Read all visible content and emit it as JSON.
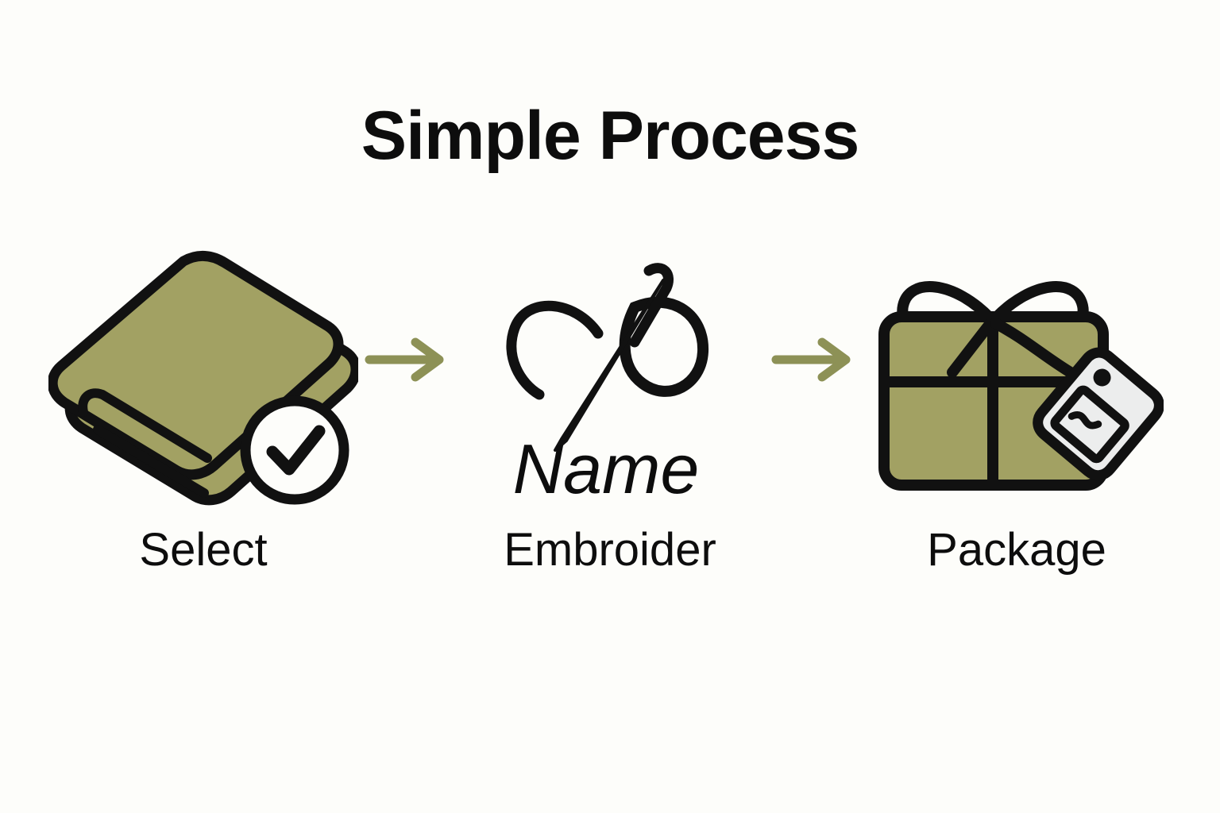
{
  "page": {
    "title": "Simple Process",
    "background_color": "#fdfdfa",
    "text_color": "#0d0d0d",
    "accent_color": "#a2a163",
    "tag_color": "#eceded"
  },
  "steps": [
    {
      "id": "select",
      "label": "Select",
      "icon": "folded-blanket-check-icon",
      "icon_color": "#a2a163",
      "outline_color": "#111111"
    },
    {
      "id": "embroider",
      "label": "Embroider",
      "icon": "needle-thread-icon",
      "sample_text": "Name",
      "icon_color": "#111111",
      "outline_color": "#111111"
    },
    {
      "id": "package",
      "label": "Package",
      "icon": "gift-box-tag-icon",
      "icon_color": "#a2a163",
      "outline_color": "#111111"
    }
  ],
  "connectors": [
    {
      "id": "arrow-1",
      "icon": "arrow-right-icon",
      "color": "#8d9156"
    },
    {
      "id": "arrow-2",
      "icon": "arrow-right-icon",
      "color": "#8d9156"
    }
  ]
}
